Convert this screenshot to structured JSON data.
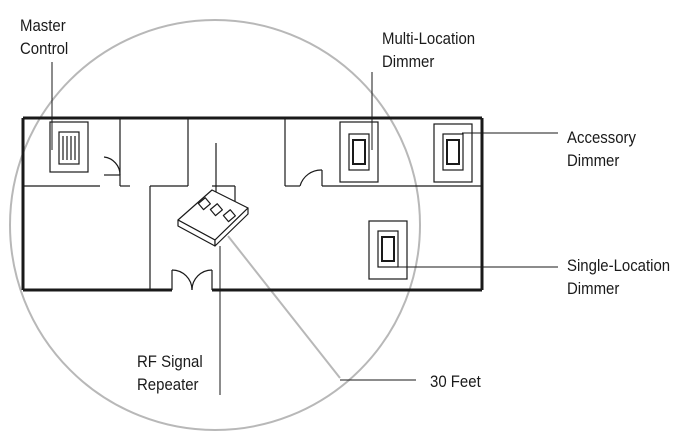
{
  "labels": {
    "master_control": [
      "Master",
      "Control"
    ],
    "multi_location_dimmer": [
      "Multi-Location",
      "Dimmer"
    ],
    "accessory_dimmer": [
      "Accessory",
      "Dimmer"
    ],
    "single_location_dimmer": [
      "Single-Location",
      "Dimmer"
    ],
    "rf_signal_repeater": [
      "RF Signal",
      "Repeater"
    ],
    "range": "30 Feet"
  },
  "colors": {
    "line": "#1a1a1a",
    "range_circle": "#b8b8b8",
    "background": "#ffffff"
  }
}
